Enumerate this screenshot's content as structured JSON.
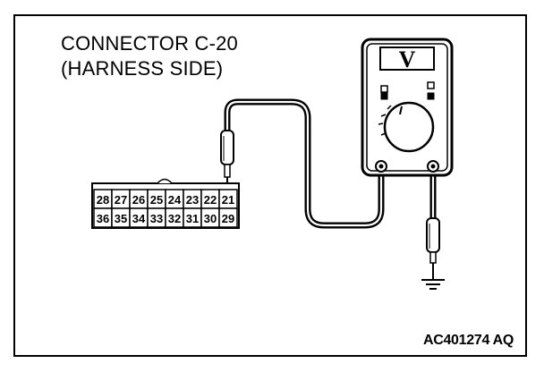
{
  "title": {
    "line1": "CONNECTOR C-20",
    "line2": "(HARNESS SIDE)"
  },
  "connector": {
    "top_row": [
      "28",
      "27",
      "26",
      "25",
      "24",
      "23",
      "22",
      "21"
    ],
    "bottom_row": [
      "36",
      "35",
      "34",
      "33",
      "32",
      "31",
      "30",
      "29"
    ],
    "probed_pin": "21"
  },
  "meter": {
    "display": "V"
  },
  "figure_code": "AC401274 AQ",
  "icons": [
    "multimeter-icon",
    "ground-symbol-icon",
    "probe-icon"
  ]
}
